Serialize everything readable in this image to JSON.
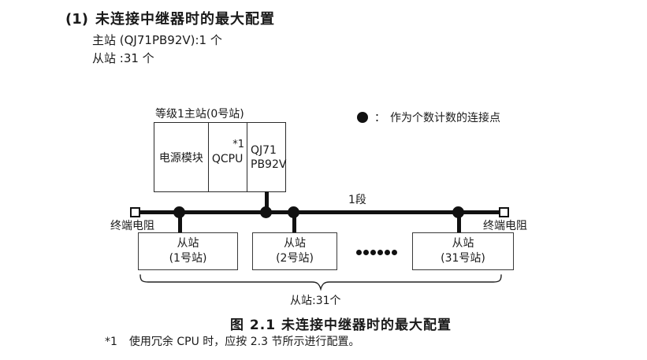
{
  "section": {
    "number": "(1)",
    "title": "未连接中继器时的最大配置",
    "master_line": "主站 (QJ71PB92V):1 个",
    "slave_line": "从站 :31 个"
  },
  "figure": {
    "master_group_label": "等级1主站(0号站)",
    "master_modules": {
      "power": "电源模块",
      "cpu": "QCPU",
      "cpu_footnote_ref": "*1",
      "profibus_line1": "QJ71",
      "profibus_line2": "PB92V"
    },
    "legend": {
      "colon": "：",
      "text": "作为个数计数的连接点"
    },
    "segment_label": "1段",
    "left_terminator_label": "终端电阻",
    "right_terminator_label": "终端电阻",
    "slaves": [
      {
        "line1": "从站",
        "line2": "(1号站)"
      },
      {
        "line1": "从站",
        "line2": "(2号站)"
      },
      {
        "line1": "从站",
        "line2": "(31号站)"
      }
    ],
    "slave_total_label": "从站:31个",
    "caption": "图 2.1 未连接中继器时的最大配置"
  },
  "footnote": {
    "marker": "*1",
    "text": "使用冗余 CPU 时，应按 2.3 节所示进行配置。"
  },
  "colors": {
    "ink": "#111111",
    "text": "#1a1a1a",
    "background": "#ffffff"
  }
}
